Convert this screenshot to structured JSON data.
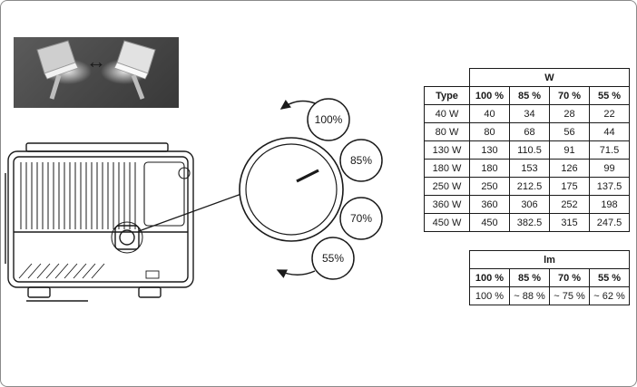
{
  "figure": {
    "inset": {
      "arrow_icon": "↔"
    },
    "dial": {
      "labels": [
        "100%",
        "85%",
        "70%",
        "55%"
      ]
    }
  },
  "power_table": {
    "group_header": "W",
    "columns": [
      "Type",
      "100 %",
      "85 %",
      "70 %",
      "55 %"
    ],
    "rows": [
      [
        "40 W",
        "40",
        "34",
        "28",
        "22"
      ],
      [
        "80 W",
        "80",
        "68",
        "56",
        "44"
      ],
      [
        "130 W",
        "130",
        "110.5",
        "91",
        "71.5"
      ],
      [
        "180 W",
        "180",
        "153",
        "126",
        "99"
      ],
      [
        "250 W",
        "250",
        "212.5",
        "175",
        "137.5"
      ],
      [
        "360 W",
        "360",
        "306",
        "252",
        "198"
      ],
      [
        "450 W",
        "450",
        "382.5",
        "315",
        "247.5"
      ]
    ]
  },
  "lumen_table": {
    "group_header": "lm",
    "columns": [
      "100 %",
      "85 %",
      "70 %",
      "55 %"
    ],
    "rows": [
      [
        "100 %",
        "~ 88 %",
        "~ 75 %",
        "~ 62 %"
      ]
    ]
  },
  "colors": {
    "line": "#1a1a1a",
    "inset_background": "#4a4a4a",
    "table_border": "#1a1a1a"
  }
}
